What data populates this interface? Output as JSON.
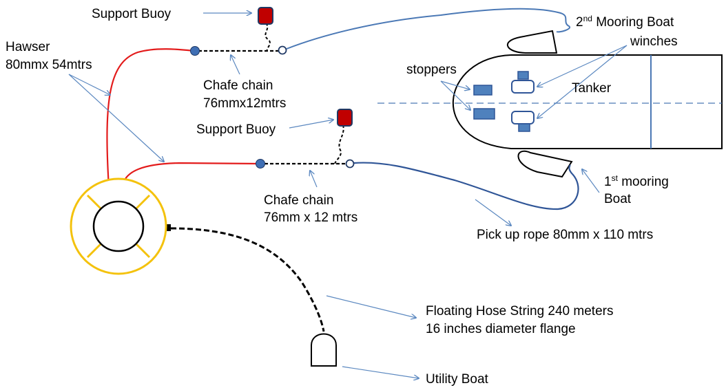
{
  "labels": {
    "support_buoy_top": "Support Buoy",
    "second_mooring_boat": {
      "num": "2",
      "sup": "nd",
      "rest": " Mooring Boat"
    },
    "winches": "winches",
    "hawser_line1": "Hawser",
    "hawser_line2": "80mmx 54mtrs",
    "stoppers": "stoppers",
    "tanker": "Tanker",
    "chafe_chain_top_line1": "Chafe chain",
    "chafe_chain_top_line2": "76mmx12mtrs",
    "support_buoy_mid": "Support Buoy",
    "first_mooring_boat": {
      "num": "1",
      "sup": "st",
      "rest": " mooring",
      "line2": "Boat"
    },
    "chafe_chain_bottom_line1": "Chafe chain",
    "chafe_chain_bottom_line2": "76mm x 12 mtrs",
    "pick_up_rope": "Pick up rope 80mm x 110 mtrs",
    "floating_hose_line1": "Floating Hose String 240 meters",
    "floating_hose_line2": "16 inches diameter flange",
    "utility_boat": "Utility Boat"
  },
  "colors": {
    "hawser": "#e31b1b",
    "rope": "#4a78b5",
    "pickup_rope": "#2f5597",
    "buoy_fill": "#c00000",
    "buoy_stroke": "#1f3864",
    "shackle": "#3f6fb4",
    "stopper": "#4f81bd",
    "ring": "#f4c20d",
    "arrow": "#5b88c0",
    "chain": "#000000"
  }
}
